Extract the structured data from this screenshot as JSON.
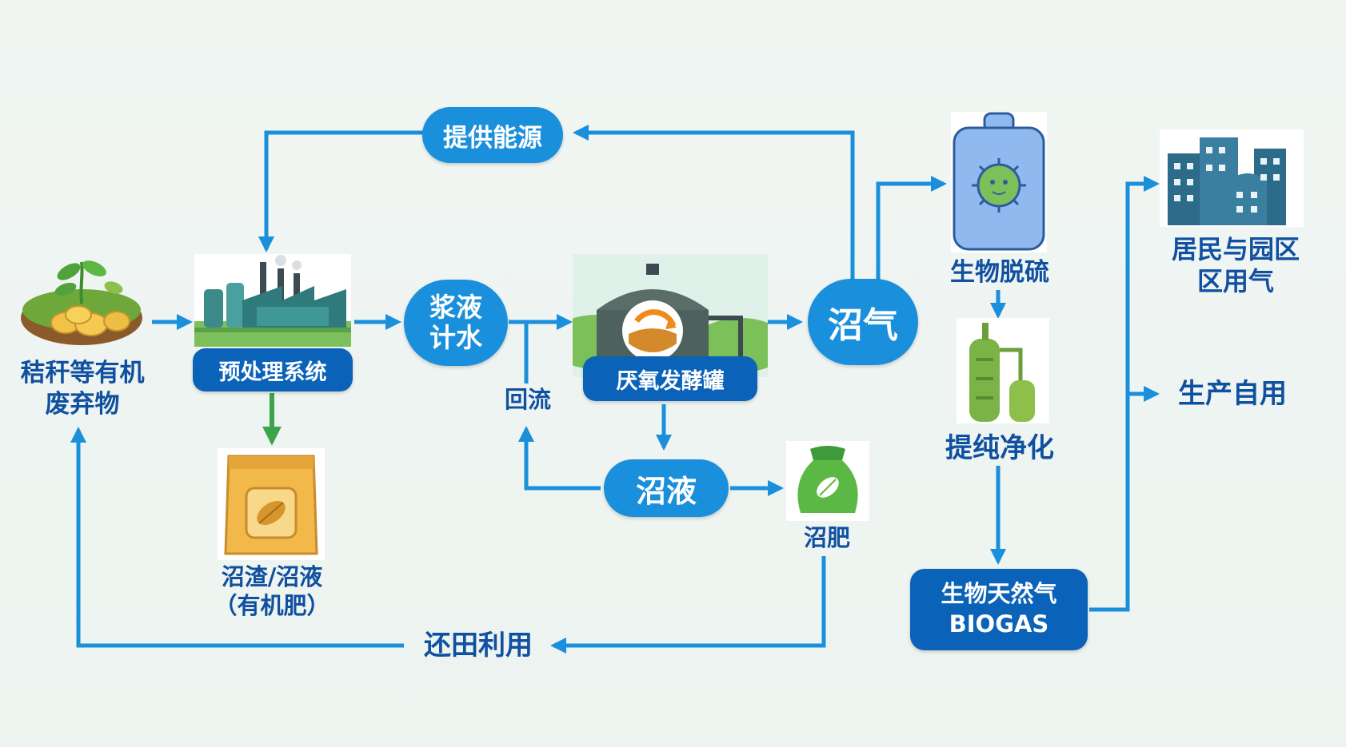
{
  "nodes": {
    "waste": "秸秆等有机\n废弃物",
    "pretreatment": "预处理系统",
    "slurry": "浆液\n计水",
    "digester": "厌氧发酵罐",
    "biogas_raw": "沼气",
    "desulfurization": "生物脱硫",
    "purification": "提纯净化",
    "biomethane": "生物天然气\nBIOGAS",
    "residential": "居民与园区\n区用气",
    "self_use": "生产自用",
    "digestate_liquid": "沼液",
    "fertilizer": "沼肥",
    "residue": "沼渣/沼液\n（有机肥）",
    "energy_supply": "提供能源",
    "reflux": "回流",
    "field_use": "还田利用"
  },
  "icons": {
    "waste": "seedling-potato-icon",
    "pretreatment": "factory-icon",
    "digester": "biogas-tank-icon",
    "desulfurization": "microbe-tank-icon",
    "purification": "purification-tower-icon",
    "residential": "city-buildings-icon",
    "fertilizer": "fertilizer-bag-icon",
    "residue": "leaf-package-icon"
  },
  "colors": {
    "arrow_blue": "#1a8fdc",
    "arrow_green": "#3aa64a",
    "text_navy": "#1050a0",
    "pill_blue": "#1a8fdc",
    "pill_navy": "#0b62b9"
  }
}
